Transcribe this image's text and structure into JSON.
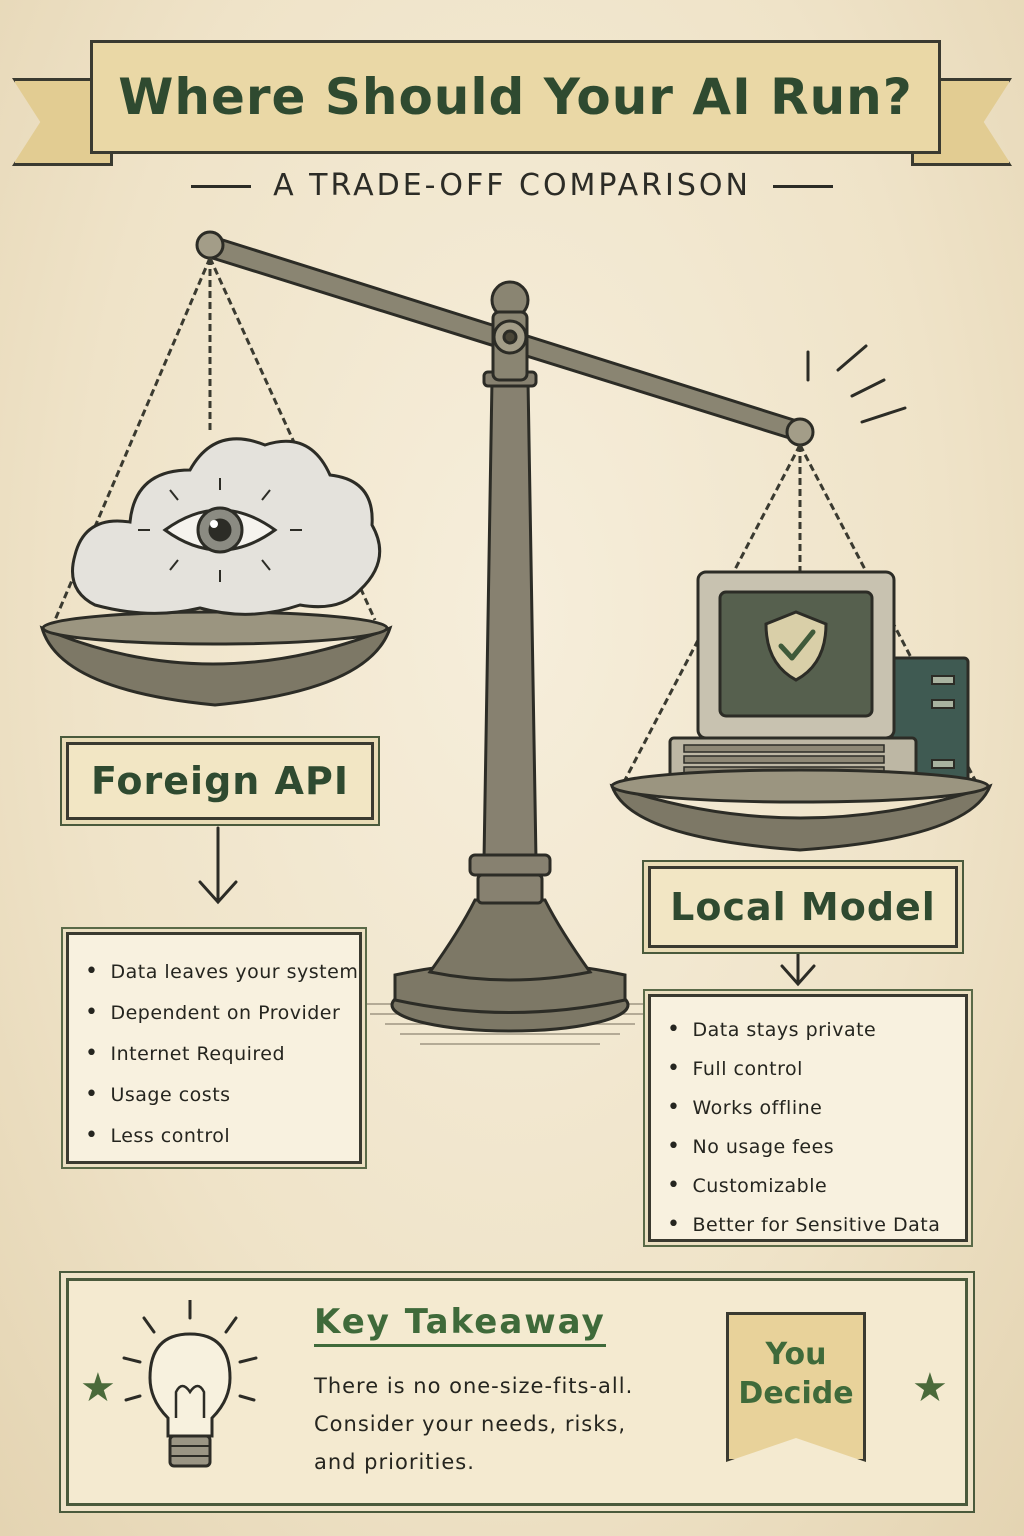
{
  "title": "Where Should Your AI Run?",
  "subtitle": "A Trade-Off Comparison",
  "left": {
    "label": "Foreign API",
    "points": [
      "Data leaves your system",
      "Dependent on Provider",
      "Internet Required",
      "Usage costs",
      "Less control"
    ]
  },
  "right": {
    "label": "Local Model",
    "points": [
      "Data stays private",
      "Full control",
      "Works offline",
      "No usage fees",
      "Customizable",
      "Better for Sensitive Data"
    ]
  },
  "takeaway": {
    "title": "Key Takeaway",
    "lines": [
      "There is no one-size-fits-all.",
      "Consider your needs, risks,",
      "and priorities."
    ],
    "badge": [
      "You",
      "Decide"
    ]
  },
  "icons": {
    "left_pan": "cloud-eye-icon",
    "right_pan": "computer-shield-icon",
    "takeaway": "lightbulb-icon",
    "decorations": [
      "star-icon",
      "arrow-down-icon"
    ]
  },
  "colors": {
    "accent_green": "#3f6a3a",
    "banner_gold": "#ead8a6",
    "parchment": "#efe4cc",
    "ink": "#2c2c26"
  }
}
